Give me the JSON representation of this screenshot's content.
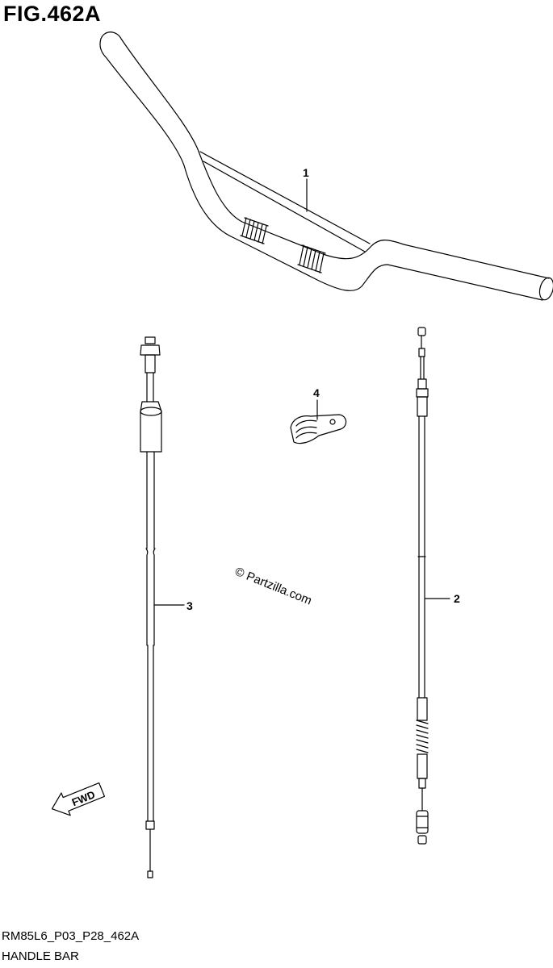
{
  "header": {
    "figure_title": "FIG.462A"
  },
  "footer": {
    "code": "RM85L6_P03_P28_462A",
    "name": "HANDLE BAR"
  },
  "watermark": {
    "text": "© Partzilla.com"
  },
  "direction_marker": {
    "label": "FWD",
    "icon": "arrow-left-icon"
  },
  "callouts": [
    {
      "number": "1",
      "part": "handlebar"
    },
    {
      "number": "2",
      "part": "cable-right"
    },
    {
      "number": "3",
      "part": "cable-left"
    },
    {
      "number": "4",
      "part": "clamp"
    }
  ],
  "colors": {
    "line": "#000000",
    "background": "#ffffff"
  }
}
